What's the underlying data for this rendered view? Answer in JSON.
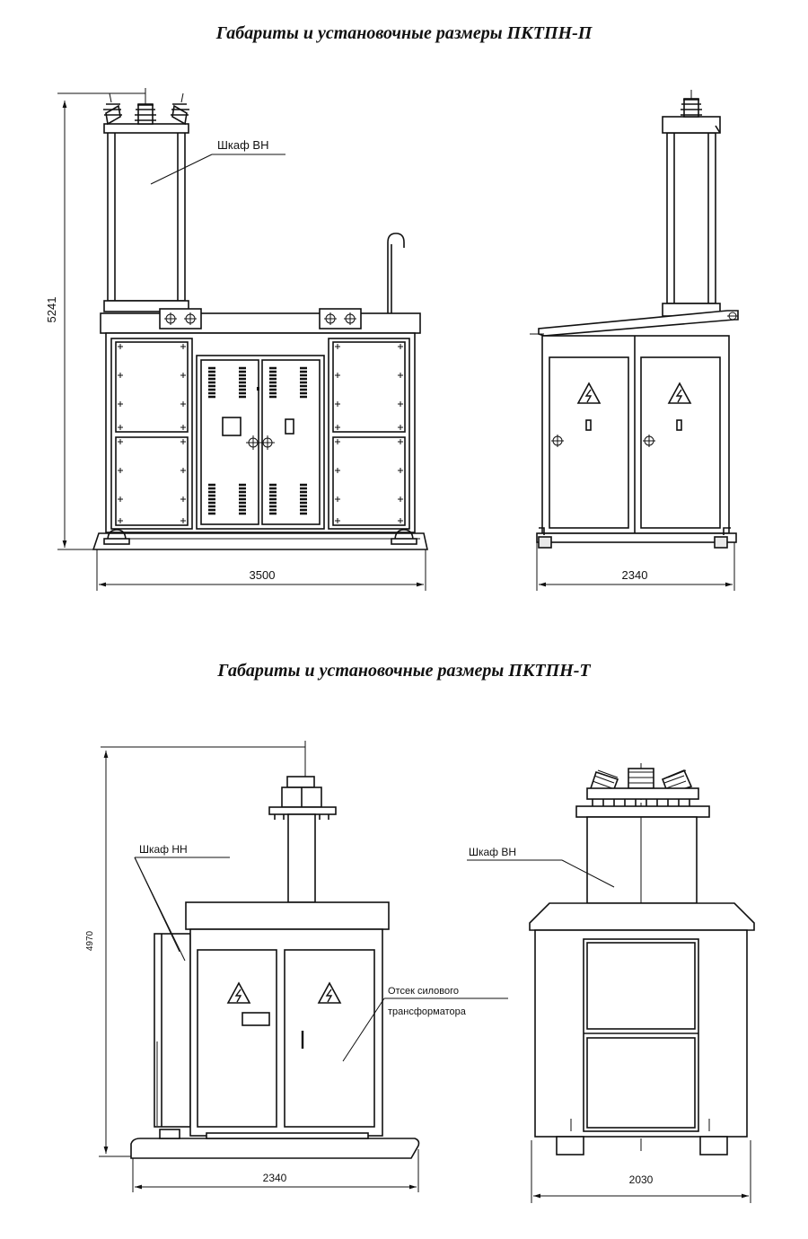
{
  "section_p": {
    "title": "Габариты и установочные размеры ПКТПН-П",
    "front": {
      "label_vn": "Шкаф ВН",
      "dim_height": "5241",
      "dim_width": "3500"
    },
    "side": {
      "dim_width": "2340"
    }
  },
  "section_t": {
    "title": "Габариты и установочные размеры ПКТПН-Т",
    "front": {
      "label_nn": "Шкаф НН",
      "label_compartment_1": "Отсек силового",
      "label_compartment_2": "трансформатора",
      "dim_height": "4970",
      "dim_width": "2340"
    },
    "side": {
      "label_vn": "Шкаф ВН",
      "dim_width": "2030"
    }
  }
}
